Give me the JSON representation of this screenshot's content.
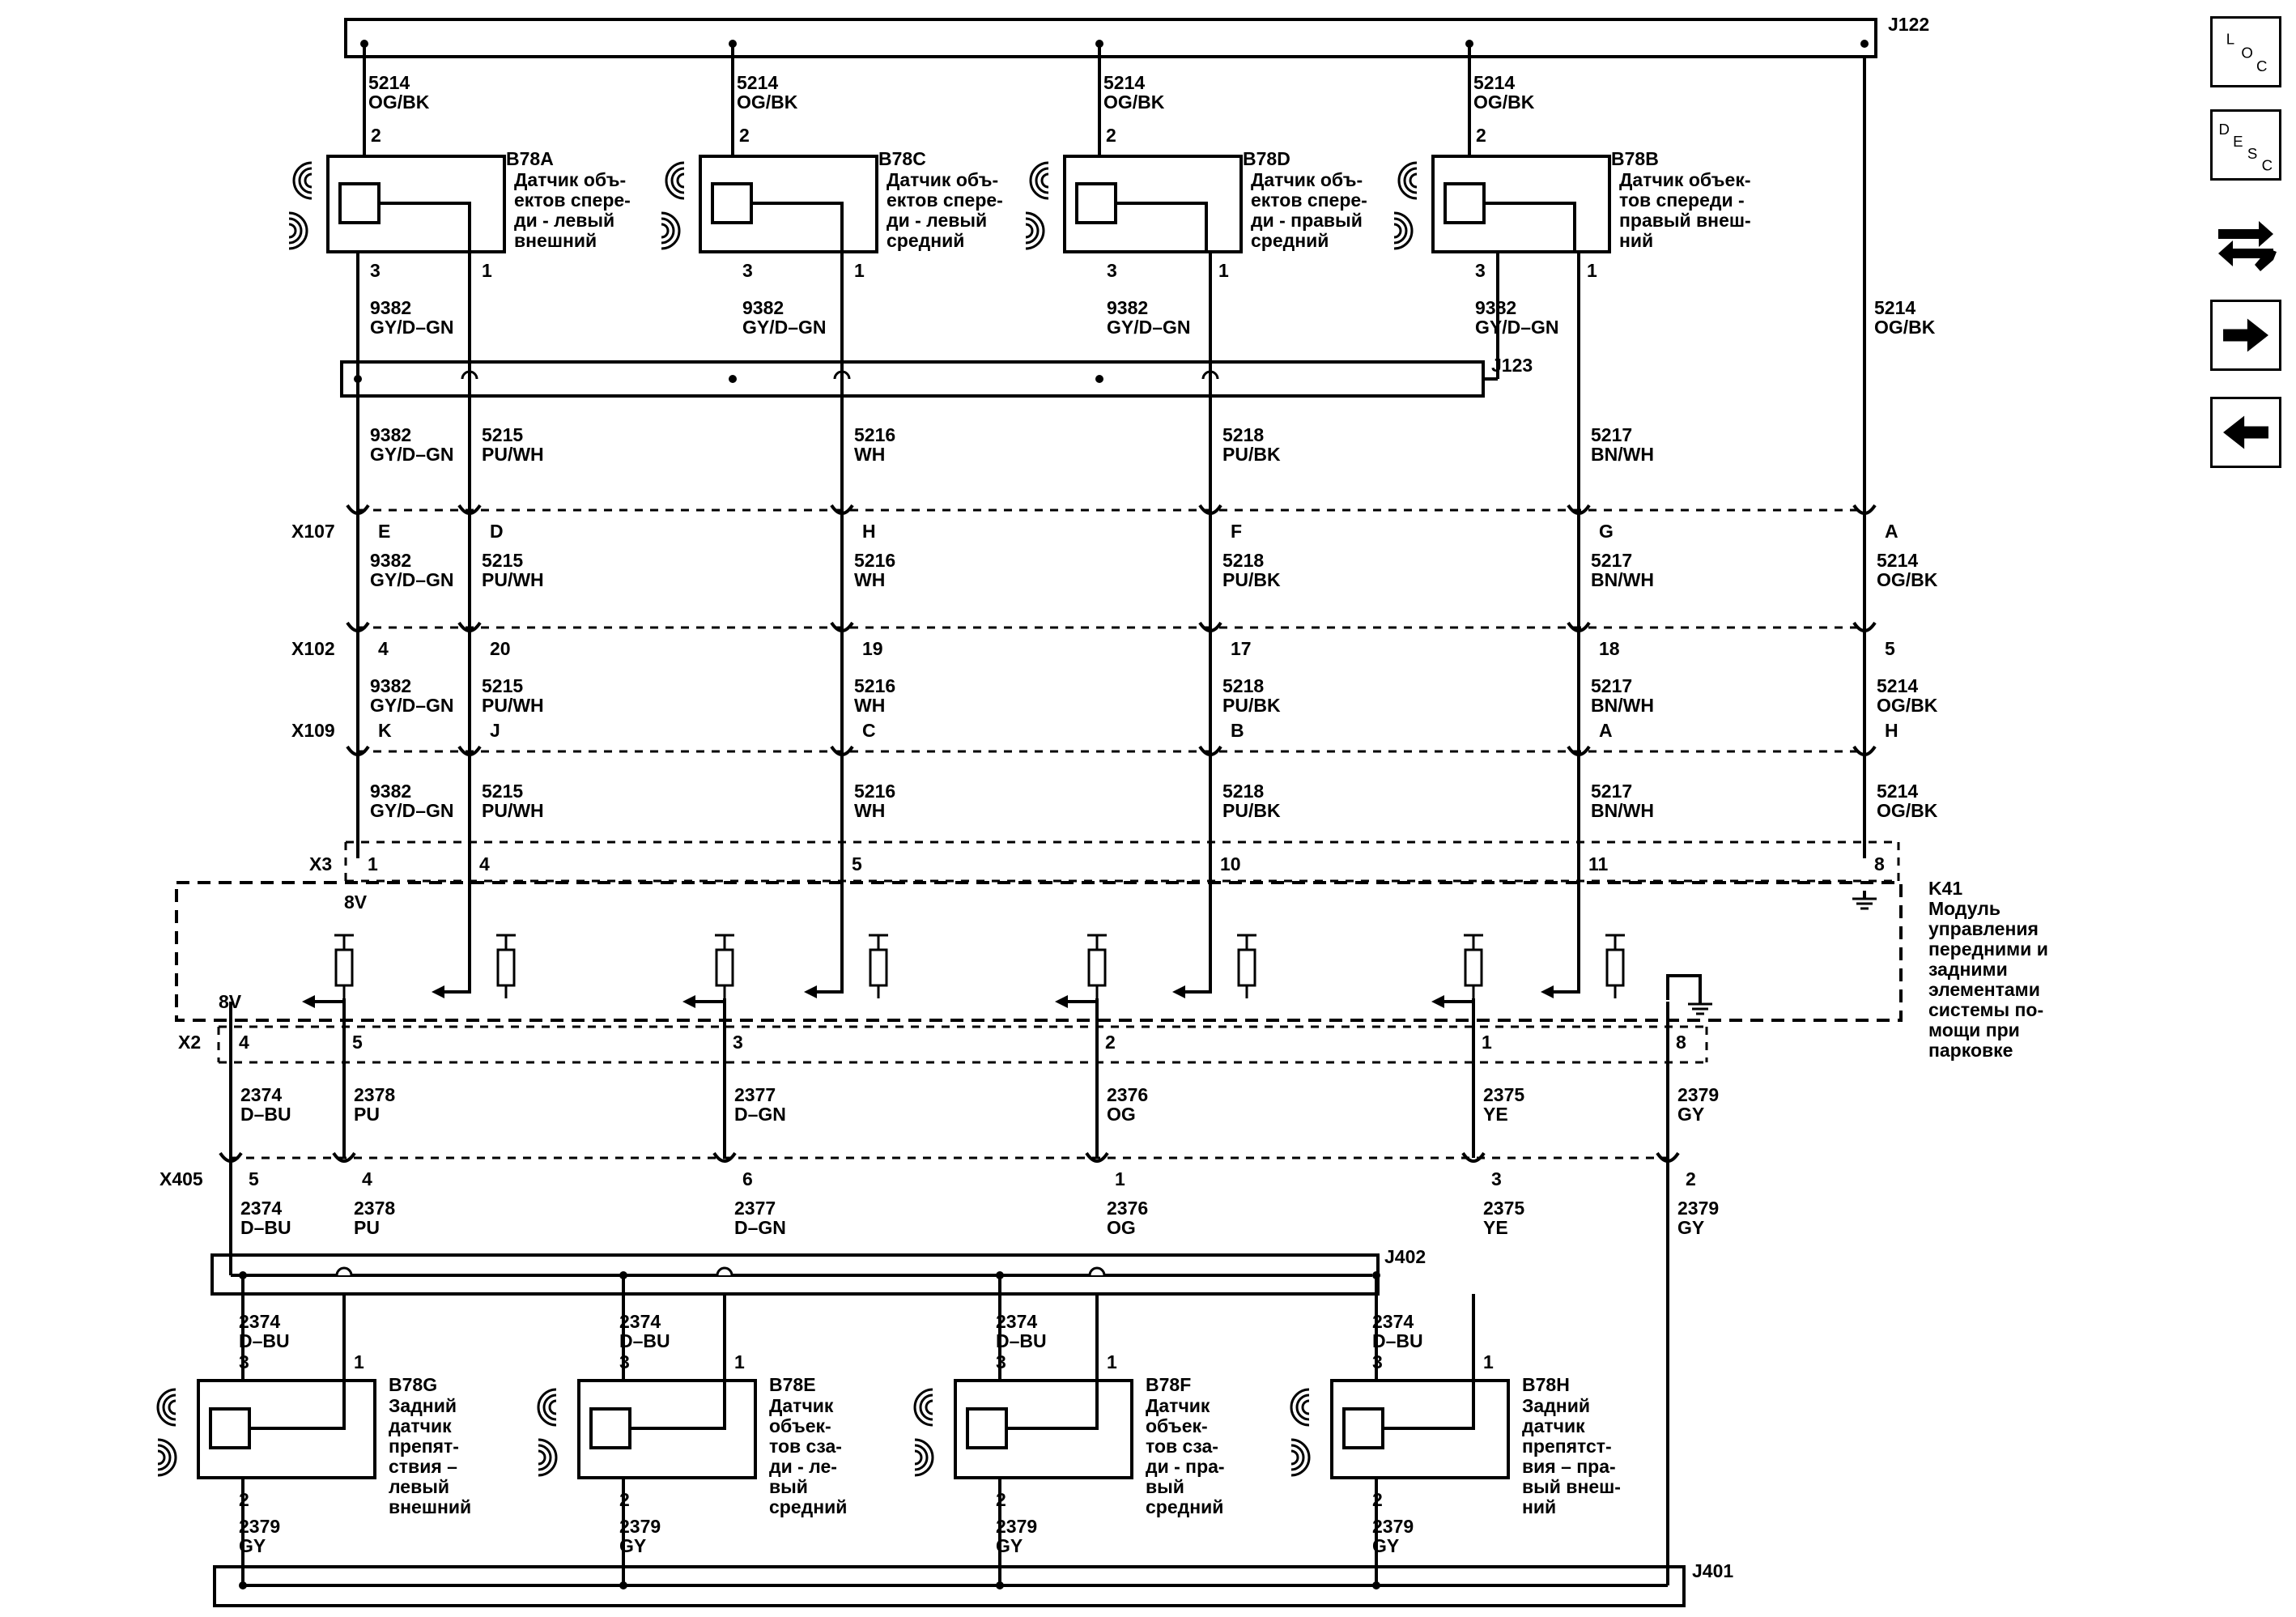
{
  "buses": {
    "top": "J122",
    "sensor_splice": "J123",
    "rear_splice": "J402",
    "rear_ground": "J401"
  },
  "connectors": {
    "x107": "X107",
    "x102": "X102",
    "x109": "X109",
    "x3": "X3",
    "x2": "X2",
    "x405": "X405"
  },
  "module": {
    "id": "K41",
    "desc": [
      "Модуль",
      "управления",
      "передними и",
      "задними",
      "элементами",
      "системы по-",
      "мощи при",
      "парковке"
    ],
    "voltage_x3": "8V",
    "voltage_x2": "8V"
  },
  "front_sensors": [
    {
      "id": "B78A",
      "desc": [
        "Датчик объ-",
        "ектов спере-",
        "ди - левый",
        "внешний"
      ],
      "pin_top": "2",
      "pin_left": "3",
      "pin_right": "1",
      "top_wire": [
        "5214",
        "OG/BK"
      ],
      "ret_wire": [
        "9382",
        "GY/D–GN"
      ]
    },
    {
      "id": "B78C",
      "desc": [
        "Датчик объ-",
        "ектов спере-",
        "ди - левый",
        "средний"
      ],
      "pin_top": "2",
      "pin_left": "3",
      "pin_right": "1",
      "top_wire": [
        "5214",
        "OG/BK"
      ],
      "ret_wire": [
        "9382",
        "GY/D–GN"
      ]
    },
    {
      "id": "B78D",
      "desc": [
        "Датчик объ-",
        "ектов спере-",
        "ди - правый",
        "средний"
      ],
      "pin_top": "2",
      "pin_left": "3",
      "pin_right": "1",
      "top_wire": [
        "5214",
        "OG/BK"
      ],
      "ret_wire": [
        "9382",
        "GY/D–GN"
      ]
    },
    {
      "id": "B78B",
      "desc": [
        "Датчик объек-",
        "тов спереди -",
        "правый внеш-",
        "ний"
      ],
      "pin_top": "2",
      "pin_left": "3",
      "pin_right": "1",
      "top_wire": [
        "5214",
        "OG/BK"
      ],
      "ret_wire": [
        "9382",
        "GY/D–GN"
      ]
    }
  ],
  "front_circuits": [
    {
      "wire": [
        "9382",
        "GY/D–GN"
      ],
      "x107": "E",
      "x102": "4",
      "x109": "K",
      "x3": "1"
    },
    {
      "wire": [
        "5215",
        "PU/WH"
      ],
      "x107": "D",
      "x102": "20",
      "x109": "J",
      "x3": "4"
    },
    {
      "wire": [
        "5216",
        "WH"
      ],
      "x107": "H",
      "x102": "19",
      "x109": "C",
      "x3": "5"
    },
    {
      "wire": [
        "5218",
        "PU/BK"
      ],
      "x107": "F",
      "x102": "17",
      "x109": "B",
      "x3": "10"
    },
    {
      "wire": [
        "5217",
        "BN/WH"
      ],
      "x107": "G",
      "x102": "18",
      "x109": "A",
      "x3": "11"
    },
    {
      "wire": [
        "5214",
        "OG/BK"
      ],
      "x107": "A",
      "x102": "5",
      "x109": "H",
      "x3": "8"
    }
  ],
  "rear_circuits": [
    {
      "wire": [
        "2374",
        "D–BU"
      ],
      "x2": "4",
      "x405": "5"
    },
    {
      "wire": [
        "2378",
        "PU"
      ],
      "x2": "5",
      "x405": "4"
    },
    {
      "wire": [
        "2377",
        "D–GN"
      ],
      "x2": "3",
      "x405": "6"
    },
    {
      "wire": [
        "2376",
        "OG"
      ],
      "x2": "2",
      "x405": "1"
    },
    {
      "wire": [
        "2375",
        "YE"
      ],
      "x2": "1",
      "x405": "3"
    },
    {
      "wire": [
        "2379",
        "GY"
      ],
      "x2": "8",
      "x405": "2"
    }
  ],
  "rear_sensors": [
    {
      "id": "B78G",
      "desc": [
        "Задний",
        "датчик",
        "препят-",
        "ствия –",
        "левый",
        "внешний"
      ],
      "pin_top_left": "3",
      "pin_top_right": "1",
      "pin_bottom": "2",
      "top_wire": [
        "2374",
        "D–BU"
      ],
      "bottom_wire": [
        "2379",
        "GY"
      ]
    },
    {
      "id": "B78E",
      "desc": [
        "Датчик",
        "объек-",
        "тов сза-",
        "ди - ле-",
        "вый",
        "средний"
      ],
      "pin_top_left": "3",
      "pin_top_right": "1",
      "pin_bottom": "2",
      "top_wire": [
        "2374",
        "D–BU"
      ],
      "bottom_wire": [
        "2379",
        "GY"
      ]
    },
    {
      "id": "B78F",
      "desc": [
        "Датчик",
        "объек-",
        "тов сза-",
        "ди - пра-",
        "вый",
        "средний"
      ],
      "pin_top_left": "3",
      "pin_top_right": "1",
      "pin_bottom": "2",
      "top_wire": [
        "2374",
        "D–BU"
      ],
      "bottom_wire": [
        "2379",
        "GY"
      ]
    },
    {
      "id": "B78H",
      "desc": [
        "Задний",
        "датчик",
        "препятст-",
        "вия – пра-",
        "вый внеш-",
        "ний"
      ],
      "pin_top_left": "3",
      "pin_top_right": "1",
      "pin_bottom": "2",
      "top_wire": [
        "2374",
        "D–BU"
      ],
      "bottom_wire": [
        "2379",
        "GY"
      ]
    }
  ],
  "nav": {
    "loc": [
      "L",
      "O",
      "C"
    ],
    "desc": [
      "D",
      "E",
      "S",
      "C"
    ],
    "icons": [
      "loc-icon",
      "desc-icon",
      "wrench-arrows-icon",
      "arrow-right-icon",
      "arrow-left-icon"
    ]
  }
}
